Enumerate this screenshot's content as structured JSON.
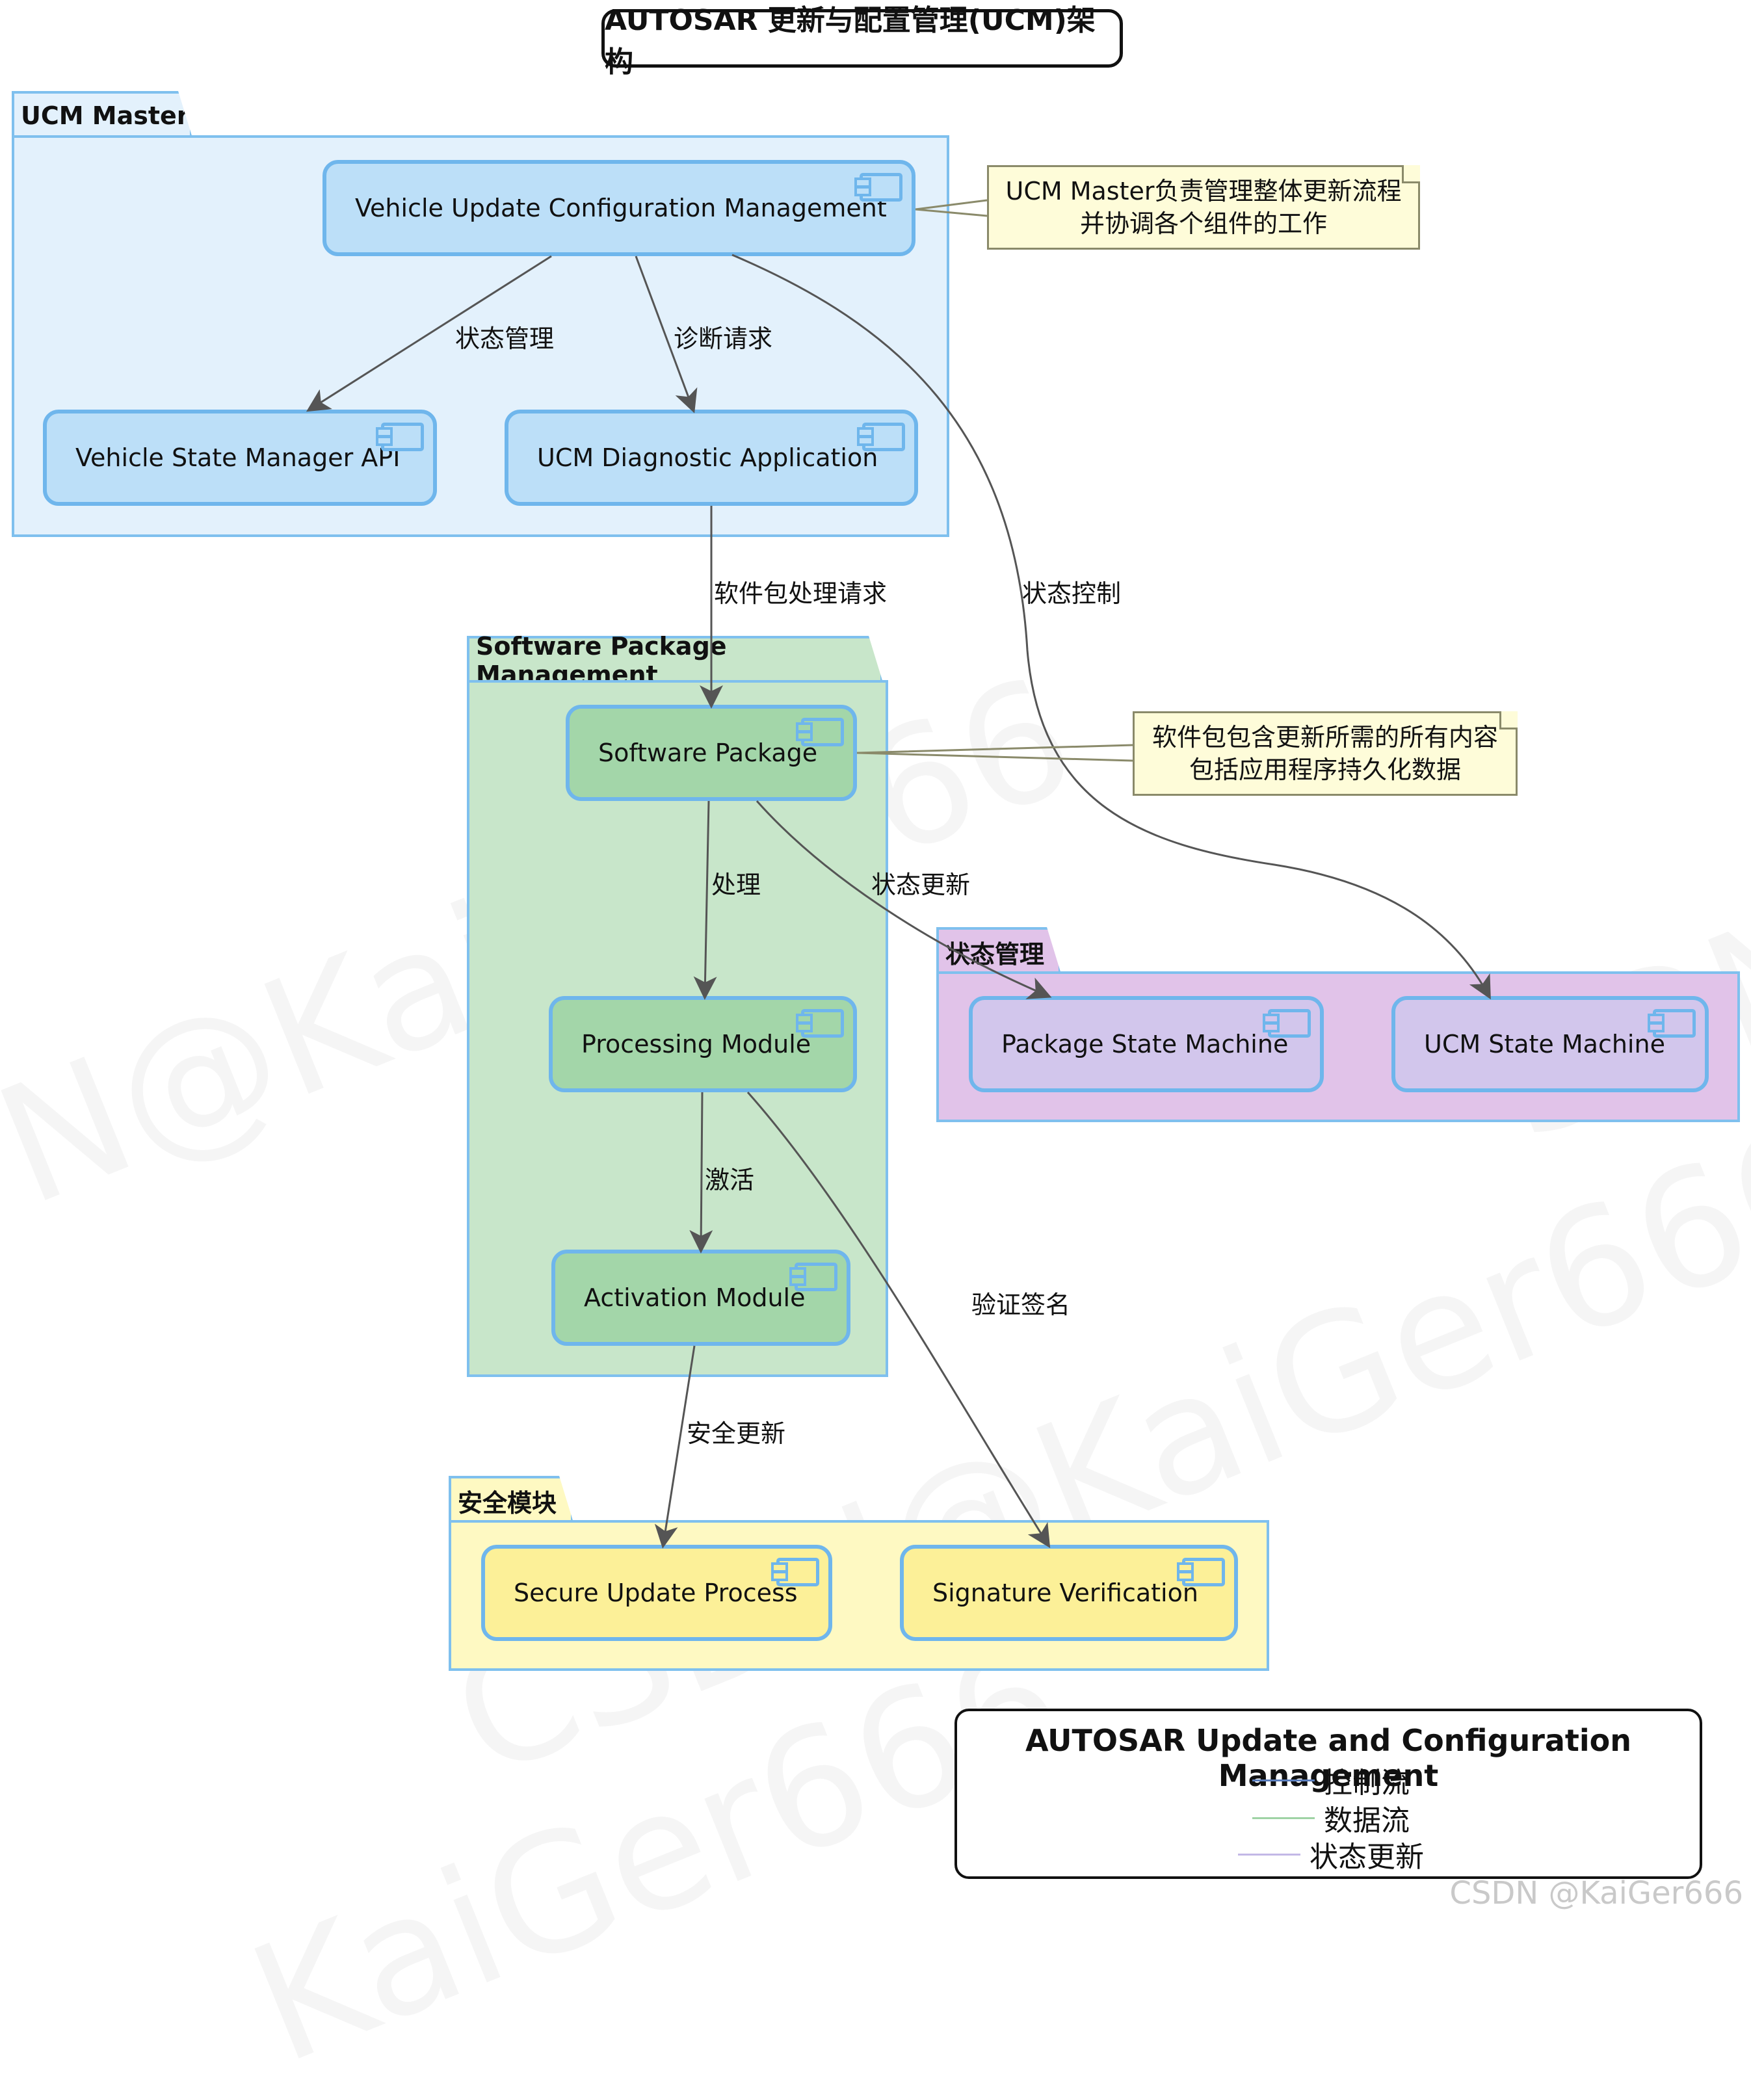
{
  "title": "AUTOSAR 更新与配置管理(UCM)架构",
  "packages": {
    "ucm_master": {
      "label": "UCM Master",
      "color": "#e3f1fc"
    },
    "spm": {
      "label": "Software Package Management",
      "color": "#c8e6ca"
    },
    "state": {
      "label": "状态管理",
      "color": "#e1c3e9"
    },
    "security": {
      "label": "安全模块",
      "color": "#fef9c2"
    }
  },
  "components": {
    "vucm": "Vehicle Update Configuration Management",
    "vsm_api": "Vehicle State Manager API",
    "ucm_diag": "UCM Diagnostic Application",
    "software_package": "Software Package",
    "processing": "Processing Module",
    "activation": "Activation Module",
    "pkg_state_machine": "Package State Machine",
    "ucm_state_machine": "UCM State Machine",
    "secure_update": "Secure Update Process",
    "signature": "Signature Verification"
  },
  "notes": {
    "ucm_master": [
      "UCM Master负责管理整体更新流程",
      "并协调各个组件的工作"
    ],
    "software_package": [
      "软件包包含更新所需的所有内容",
      "包括应用程序持久化数据"
    ]
  },
  "edges": {
    "state_mgmt": "状态管理",
    "diag_request": "诊断请求",
    "pkg_request": "软件包处理请求",
    "state_control": "状态控制",
    "process": "处理",
    "state_update": "状态更新",
    "activate": "激活",
    "verify_signature": "验证签名",
    "secure_update": "安全更新"
  },
  "legend": {
    "title": "AUTOSAR Update and Configuration Management",
    "items": [
      {
        "label": "控制流",
        "color": "#5b7fbf"
      },
      {
        "label": "数据流",
        "color": "#9fd3a5"
      },
      {
        "label": "状态更新",
        "color": "#c3b8e6"
      }
    ]
  },
  "watermark": "CSDN @KaiGer666"
}
